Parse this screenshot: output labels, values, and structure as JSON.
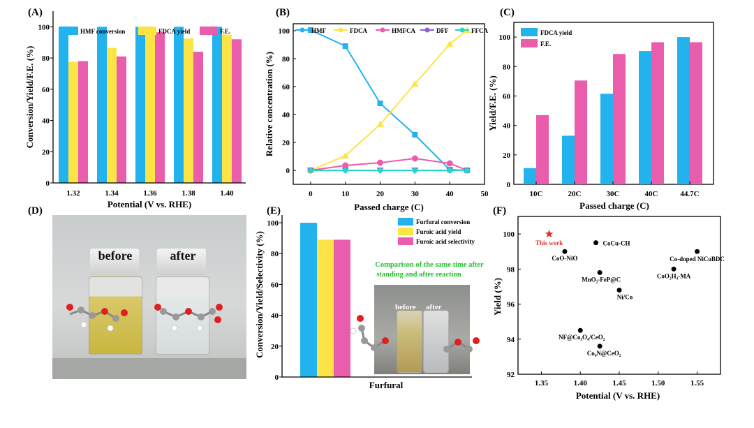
{
  "colors": {
    "blue": "#22b2ee",
    "yellow": "#fde446",
    "pink": "#ea5cac",
    "purple": "#8b5cd6",
    "cyan": "#24d6c8",
    "star": "#e23030"
  },
  "photo_d": {
    "label": "(D)",
    "before_text": "before",
    "after_text": "after"
  },
  "photo_e": {
    "before_text": "before",
    "after_text": "after",
    "caption_line1": "Comparison of the same time after",
    "caption_line2": "standing and after reaction"
  },
  "chart_data": [
    {
      "panel": "(A)",
      "type": "bar",
      "categories": [
        "1.32",
        "1.34",
        "1.36",
        "1.38",
        "1.40"
      ],
      "series": [
        {
          "name": "HMF conversion",
          "values": [
            100,
            100,
            100,
            100,
            100
          ]
        },
        {
          "name": "FDCA yield",
          "values": [
            77.5,
            86.5,
            100,
            92.5,
            95
          ]
        },
        {
          "name": "F.E.",
          "values": [
            78,
            81,
            96.5,
            84,
            92
          ]
        }
      ],
      "xlabel": "Potential (V vs. RHE)",
      "ylabel": "Conversion/Yield/F.E. (%)",
      "ylim": [
        0,
        110
      ],
      "yticks": [
        "0",
        "20",
        "40",
        "60",
        "80",
        "100"
      ],
      "legend": "top"
    },
    {
      "panel": "(B)",
      "type": "line",
      "x": [
        0,
        10,
        20,
        30,
        40,
        45
      ],
      "series": [
        {
          "name": "HMF",
          "values": [
            100.5,
            89,
            48,
            25.5,
            0.5,
            0
          ]
        },
        {
          "name": "FDCA",
          "values": [
            0,
            10.5,
            33,
            62,
            90.5,
            100.5
          ]
        },
        {
          "name": "HMFCA",
          "values": [
            0,
            3.5,
            5.5,
            8.5,
            5,
            0
          ]
        },
        {
          "name": "DFF",
          "values": [
            0,
            0,
            0,
            0,
            0,
            0
          ]
        },
        {
          "name": "FFCA",
          "values": [
            0,
            0,
            0,
            0,
            0,
            0
          ]
        }
      ],
      "xlabel": "Passed charge (C)",
      "ylabel": "Relative concentration (%)",
      "xlim": [
        -5,
        50
      ],
      "ylim": [
        -10,
        105
      ],
      "xticks": [
        "0",
        "10",
        "20",
        "30",
        "40",
        "50"
      ],
      "yticks": [
        "0",
        "20",
        "40",
        "60",
        "80",
        "100"
      ],
      "legend": "top"
    },
    {
      "panel": "(C)",
      "type": "bar",
      "categories": [
        "10C",
        "20C",
        "30C",
        "40C",
        "44.7C"
      ],
      "series": [
        {
          "name": "FDCA yield",
          "values": [
            11,
            33,
            61.5,
            90.5,
            100
          ]
        },
        {
          "name": "F.E.",
          "values": [
            47,
            70.5,
            88.5,
            96.5,
            96.5
          ]
        }
      ],
      "xlabel": "Passed charge (C)",
      "ylabel": "Yield/F.E. (%)",
      "ylim": [
        0,
        110
      ],
      "yticks": [
        "0",
        "20",
        "40",
        "60",
        "80",
        "100"
      ],
      "legend": "top-left"
    },
    {
      "panel": "(E)",
      "type": "bar",
      "categories": [
        ""
      ],
      "series": [
        {
          "name": "Furfural conversion",
          "values": [
            100
          ]
        },
        {
          "name": "Furoic acid yield",
          "values": [
            89
          ]
        },
        {
          "name": "Furoic acid selectivity",
          "values": [
            89
          ]
        }
      ],
      "xlabel": "Furfural",
      "ylabel": "Conversion/Yield/Selectivity (%)",
      "ylim": [
        0,
        105
      ],
      "yticks": [
        "0",
        "20",
        "40",
        "60",
        "80",
        "100"
      ],
      "legend": "top-right"
    },
    {
      "panel": "(F)",
      "type": "scatter",
      "points": [
        {
          "label": "This work",
          "x": 1.36,
          "y": 100,
          "highlight": true
        },
        {
          "label": "CoO-NiO",
          "x": 1.38,
          "y": 99
        },
        {
          "label": "CoCu-CH",
          "x": 1.42,
          "y": 99.5
        },
        {
          "label": "MnO₂-FeP@C",
          "x": 1.425,
          "y": 97.8
        },
        {
          "label": "Ni/Co",
          "x": 1.45,
          "y": 96.8
        },
        {
          "label": "Co-doped NiCoBDC",
          "x": 1.55,
          "y": 99
        },
        {
          "label": "CoO₂H₃-MA",
          "x": 1.52,
          "y": 98
        },
        {
          "label": "NF@Co₃O₄/CeO₂",
          "x": 1.4,
          "y": 94.5
        },
        {
          "label": "Co₄N@CeO₂",
          "x": 1.425,
          "y": 93.6
        }
      ],
      "xlabel": "Potential (V vs. RHE)",
      "ylabel": "Yield (%)",
      "xlim": [
        1.32,
        1.58
      ],
      "ylim": [
        92,
        101
      ],
      "xticks": [
        "1.35",
        "1.40",
        "1.45",
        "1.50",
        "1.55"
      ],
      "yticks": [
        "92",
        "94",
        "96",
        "98",
        "100"
      ]
    }
  ]
}
